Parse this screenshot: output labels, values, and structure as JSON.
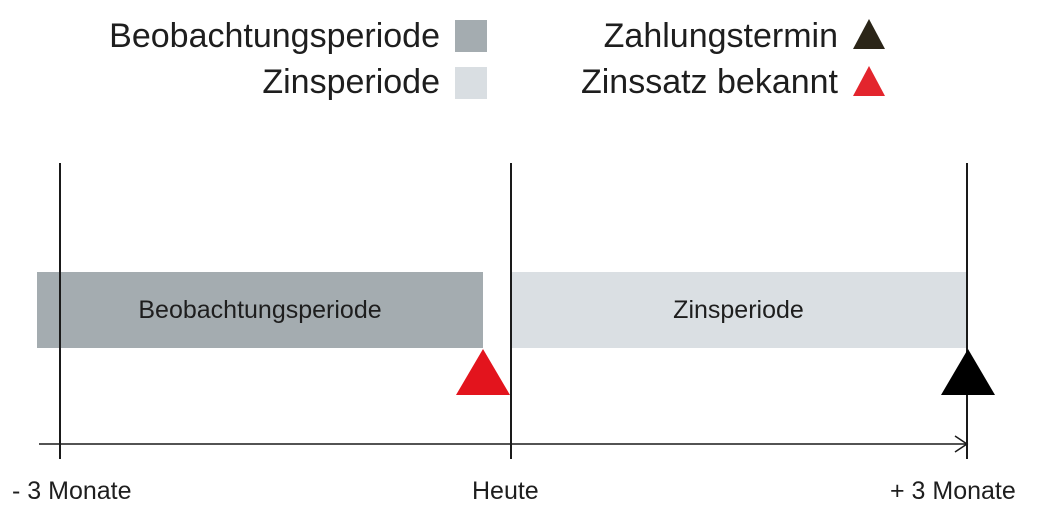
{
  "legend": {
    "observation": {
      "label": "Beobachtungsperiode",
      "color": "#a4acb0"
    },
    "interest": {
      "label": "Zinsperiode",
      "color": "#d9dee2"
    },
    "payment": {
      "label": "Zahlungstermin",
      "icon": "dark-triangle-icon",
      "color": "#2b2518"
    },
    "rate_known": {
      "label": "Zinssatz bekannt",
      "icon": "red-triangle-icon",
      "color": "#e3252d"
    }
  },
  "bars": {
    "observation_label": "Beobachtungsperiode",
    "interest_label": "Zinsperiode"
  },
  "markers": {
    "rate_known_color": "#e3141d",
    "payment_color": "#000000"
  },
  "axis": {
    "start_label": "- 3 Monate",
    "mid_label": "Heute",
    "end_label": "+ 3 Monate"
  }
}
